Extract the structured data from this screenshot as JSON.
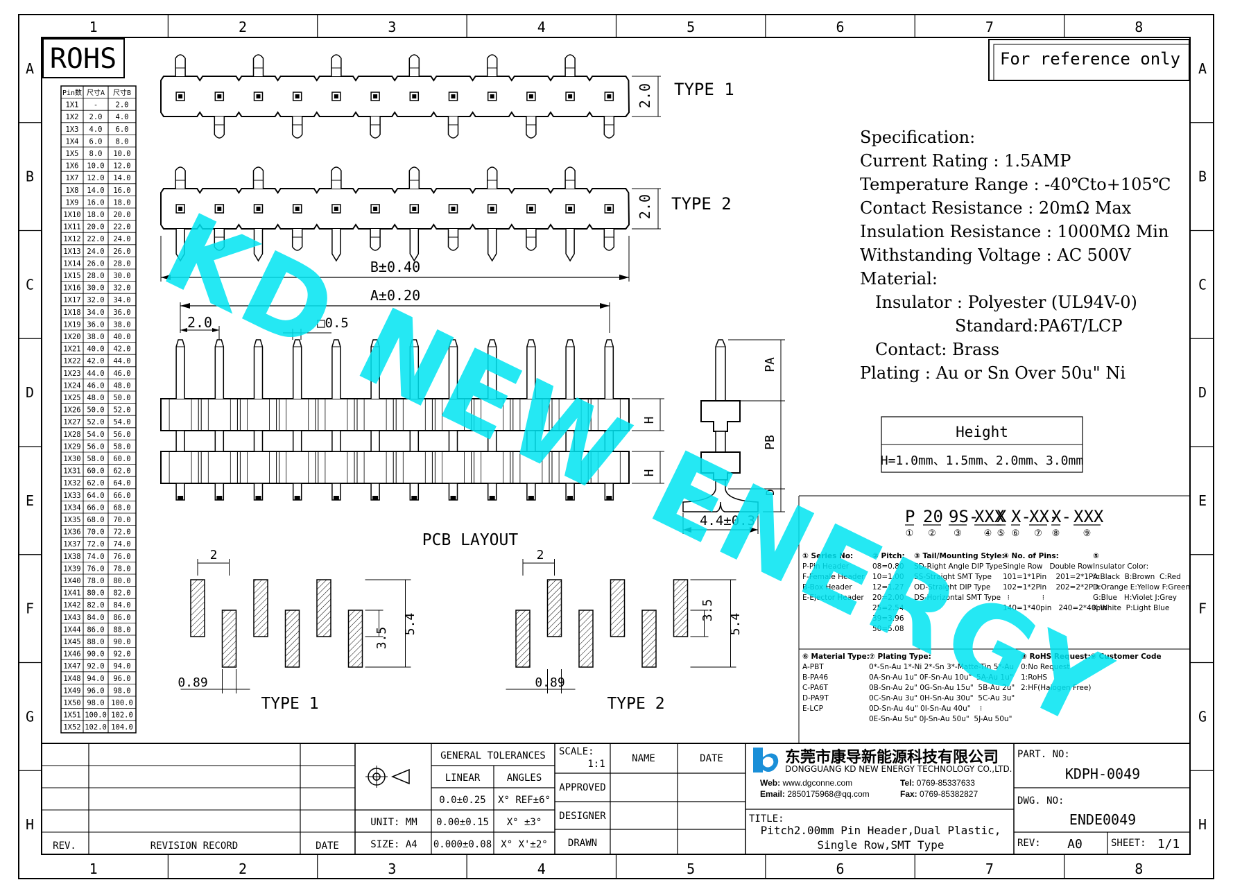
{
  "frame": {
    "columns": [
      "1",
      "2",
      "3",
      "4",
      "5",
      "6",
      "7",
      "8"
    ],
    "rows": [
      "A",
      "B",
      "C",
      "D",
      "E",
      "F",
      "G",
      "H"
    ]
  },
  "rohs": "ROHS",
  "reference_note": "For reference only",
  "watermark": "KD NEW ENERGY",
  "pin_table": {
    "headers": [
      "Pin数",
      "尺寸A",
      "尺寸B"
    ],
    "rows": [
      [
        "1X1",
        "-",
        "2.0"
      ],
      [
        "1X2",
        "2.0",
        "4.0"
      ],
      [
        "1X3",
        "4.0",
        "6.0"
      ],
      [
        "1X4",
        "6.0",
        "8.0"
      ],
      [
        "1X5",
        "8.0",
        "10.0"
      ],
      [
        "1X6",
        "10.0",
        "12.0"
      ],
      [
        "1X7",
        "12.0",
        "14.0"
      ],
      [
        "1X8",
        "14.0",
        "16.0"
      ],
      [
        "1X9",
        "16.0",
        "18.0"
      ],
      [
        "1X10",
        "18.0",
        "20.0"
      ],
      [
        "1X11",
        "20.0",
        "22.0"
      ],
      [
        "1X12",
        "22.0",
        "24.0"
      ],
      [
        "1X13",
        "24.0",
        "26.0"
      ],
      [
        "1X14",
        "26.0",
        "28.0"
      ],
      [
        "1X15",
        "28.0",
        "30.0"
      ],
      [
        "1X16",
        "30.0",
        "32.0"
      ],
      [
        "1X17",
        "32.0",
        "34.0"
      ],
      [
        "1X18",
        "34.0",
        "36.0"
      ],
      [
        "1X19",
        "36.0",
        "38.0"
      ],
      [
        "1X20",
        "38.0",
        "40.0"
      ],
      [
        "1X21",
        "40.0",
        "42.0"
      ],
      [
        "1X22",
        "42.0",
        "44.0"
      ],
      [
        "1X23",
        "44.0",
        "46.0"
      ],
      [
        "1X24",
        "46.0",
        "48.0"
      ],
      [
        "1X25",
        "48.0",
        "50.0"
      ],
      [
        "1X26",
        "50.0",
        "52.0"
      ],
      [
        "1X27",
        "52.0",
        "54.0"
      ],
      [
        "1X28",
        "54.0",
        "56.0"
      ],
      [
        "1X29",
        "56.0",
        "58.0"
      ],
      [
        "1X30",
        "58.0",
        "60.0"
      ],
      [
        "1X31",
        "60.0",
        "62.0"
      ],
      [
        "1X32",
        "62.0",
        "64.0"
      ],
      [
        "1X33",
        "64.0",
        "66.0"
      ],
      [
        "1X34",
        "66.0",
        "68.0"
      ],
      [
        "1X35",
        "68.0",
        "70.0"
      ],
      [
        "1X36",
        "70.0",
        "72.0"
      ],
      [
        "1X37",
        "72.0",
        "74.0"
      ],
      [
        "1X38",
        "74.0",
        "76.0"
      ],
      [
        "1X39",
        "76.0",
        "78.0"
      ],
      [
        "1X40",
        "78.0",
        "80.0"
      ],
      [
        "1X41",
        "80.0",
        "82.0"
      ],
      [
        "1X42",
        "82.0",
        "84.0"
      ],
      [
        "1X43",
        "84.0",
        "86.0"
      ],
      [
        "1X44",
        "86.0",
        "88.0"
      ],
      [
        "1X45",
        "88.0",
        "90.0"
      ],
      [
        "1X46",
        "90.0",
        "92.0"
      ],
      [
        "1X47",
        "92.0",
        "94.0"
      ],
      [
        "1X48",
        "94.0",
        "96.0"
      ],
      [
        "1X49",
        "96.0",
        "98.0"
      ],
      [
        "1X50",
        "98.0",
        "100.0"
      ],
      [
        "1X51",
        "100.0",
        "102.0"
      ],
      [
        "1X52",
        "102.0",
        "104.0"
      ]
    ]
  },
  "drawing_labels": {
    "type1": "TYPE 1",
    "type2": "TYPE 2",
    "dim_2_0": "2.0",
    "dim_b": "B±0.40",
    "dim_a": "A±0.20",
    "dim_pin_sq": "□0.5",
    "dim_h": "H",
    "dim_pa": "PA",
    "dim_pb": "PB",
    "dim_d": "D",
    "dim_44": "4.4±0.3",
    "pcb_title": "PCB LAYOUT",
    "pcb_2": "2",
    "pcb_35": "3.5",
    "pcb_54": "5.4",
    "pcb_089": "0.89"
  },
  "specification": [
    "Specification:",
    "Current Rating : 1.5AMP",
    "Temperature Range : -40℃to+105℃",
    "Contact Resistance : 20mΩ Max",
    "Insulation Resistance : 1000MΩ Min",
    "Withstanding Voltage : AC 500V",
    "Material:",
    "Insulator : Polyester (UL94V-0)",
    "Standard:PA6T/LCP",
    "Contact: Brass",
    "Plating : Au or Sn Over 50u\" Ni"
  ],
  "height": {
    "title": "Height",
    "value": "H=1.0mm、1.5mm、2.0mm、3.0mm"
  },
  "part_code": {
    "segments": [
      "P",
      "20",
      "9S-",
      "XXX",
      "X",
      "X-",
      "XX-",
      "X-",
      "XXX"
    ],
    "markers": [
      "①",
      "②",
      "③",
      "④",
      "⑤",
      "⑥",
      "⑦",
      "⑧",
      "⑨"
    ]
  },
  "legend": {
    "c1": [
      "① Series No:",
      "P-Pin Header",
      "F-Female Header",
      "B-Box Header",
      "E-Ejector Header"
    ],
    "c2": [
      "② Pitch:",
      "08=0.80",
      "10=1.00",
      "12=1.27",
      "20=2.00",
      "25=2.54",
      "39=3.96",
      "50=5.08"
    ],
    "c3": [
      "③ Tail/Mounting Style:",
      "SD-Right Angle DIP Type",
      "SS-Straight SMT Type",
      "OD-Straight DIP Type",
      "DS-Horizontal SMT Type"
    ],
    "c4": [
      "④ No. of Pins:",
      "Single Row   Double Row",
      "101=1*1Pin    201=2*1Pin",
      "102=1*2Pin    202=2*2Pin",
      "  ⁝              ⁝",
      "140=1*40pin   240=2*40pin"
    ],
    "c5": [
      "⑤",
      "Insulator Color:",
      "A:Black  B:Brown  C:Red",
      "D:Orange E:Yellow F:Green",
      "G:Blue   H:Violet J:Grey",
      "K:White  P:Light Blue"
    ],
    "c6": [
      "⑥ Material Type:",
      "A-PBT",
      "B-PA46",
      "C-PA6T",
      "D-PA9T",
      "E-LCP"
    ],
    "c7": [
      "⑦ Plating Type:",
      "0*-Sn-Au 1*-Ni 2*-Sn 3*-Matte-Tin 5*-Au",
      "0A-Sn-Au 1u\" 0F-Sn-Au 10u\"  5A-Au 1u\"",
      "0B-Sn-Au 2u\" 0G-Sn-Au 15u\"  5B-Au 2u\"",
      "0C-Sn-Au 3u\" 0H-Sn-Au 30u\"  5C-Au 3u\"",
      "0D-Sn-Au 4u\" 0I-Sn-Au 40u\"    ⁝",
      "0E-Sn-Au 5u\" 0J-Sn-Au 50u\"  5J-Au 50u\""
    ],
    "c8": [
      "⑧ RoHS Request:",
      "0:No Request",
      "1:RoHS",
      "2:HF(Halogen Free)"
    ],
    "c9": [
      "⑨ Customer Code"
    ]
  },
  "title_block": {
    "rev": "REV.",
    "revision_record": "REVISION RECORD",
    "date": "DATE",
    "general_tolerances": "GENERAL TOLERANCES",
    "linear": "LINEAR",
    "angles": "ANGLES",
    "tol1": "0.0±0.25",
    "tol2": "0.00±0.15",
    "tol3": "0.000±0.08",
    "ang1": "X° REF±6°",
    "ang2": "X° ±3°",
    "ang3": "X° X'±2°",
    "unit": "UNIT: MM",
    "size": "SIZE: A4",
    "scale_label": "SCALE:",
    "scale_value": "1:1",
    "name": "NAME",
    "date2": "DATE",
    "approved": "APPROVED",
    "designer": "DESIGNER",
    "drawn": "DRAWN",
    "company_cn": "东莞市康导新能源科技有限公司",
    "company_en": "DONGGUANG KD NEW ENERGY TECHNOLOGY CO.,LTD.",
    "web_label": "Web:",
    "web": "www.dgconne.com",
    "tel_label": "Tel:",
    "tel": "0769-85337633",
    "email_label": "Email:",
    "email": "2850175968@qq.com",
    "fax_label": "Fax:",
    "fax": "0769-85382827",
    "title_label": "TITLE:",
    "title_line1": "Pitch2.00mm Pin Header,Dual Plastic,",
    "title_line2": "Single Row,SMT Type",
    "part_no_label": "PART. NO:",
    "part_no": "KDPH-0049",
    "dwg_no_label": "DWG. NO:",
    "dwg_no": "ENDE0049",
    "rev_label": "REV:",
    "rev_value": "A0",
    "sheet_label": "SHEET:",
    "sheet_value": "1/1"
  },
  "colors": {
    "line": "#000000",
    "watermark": "#00e5f2",
    "logo": "#1a8fd8"
  }
}
